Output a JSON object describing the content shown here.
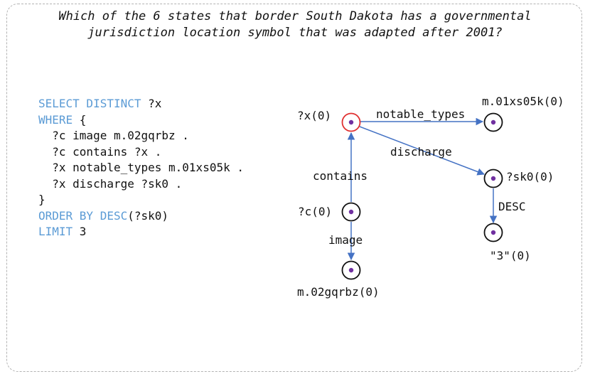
{
  "question": {
    "line1": "Which of the 6 states that border South Dakota has a governmental",
    "line2": "jurisdiction location symbol that was adapted after 2001?"
  },
  "query": {
    "select_kw": "SELECT DISTINCT",
    "select_var": " ?x",
    "where_kw": "WHERE",
    "where_open": " {",
    "triples": [
      "  ?c image m.02gqrbz .",
      "  ?c contains ?x .",
      "  ?x notable_types m.01xs05k .",
      "  ?x discharge ?sk0 ."
    ],
    "close": "}",
    "order_kw": "ORDER BY DESC",
    "order_arg": "(?sk0)",
    "limit_kw": "LIMIT",
    "limit_val": " 3"
  },
  "graph": {
    "nodes": {
      "x": "?x(0)",
      "m01xs05k": "m.01xs05k(0)",
      "sk0": "?sk0(0)",
      "c": "?c(0)",
      "three": "\"3\"(0)",
      "m02gqrbz": "m.02gqrbz(0)"
    },
    "edges": {
      "notable_types": "notable_types",
      "discharge": "discharge",
      "contains": "contains",
      "desc": "DESC",
      "image": "image"
    }
  },
  "colors": {
    "keyword": "#5b9bd5",
    "edge": "#4472c4",
    "node_dot": "#7030a0",
    "answer_ring": "#e03030"
  }
}
